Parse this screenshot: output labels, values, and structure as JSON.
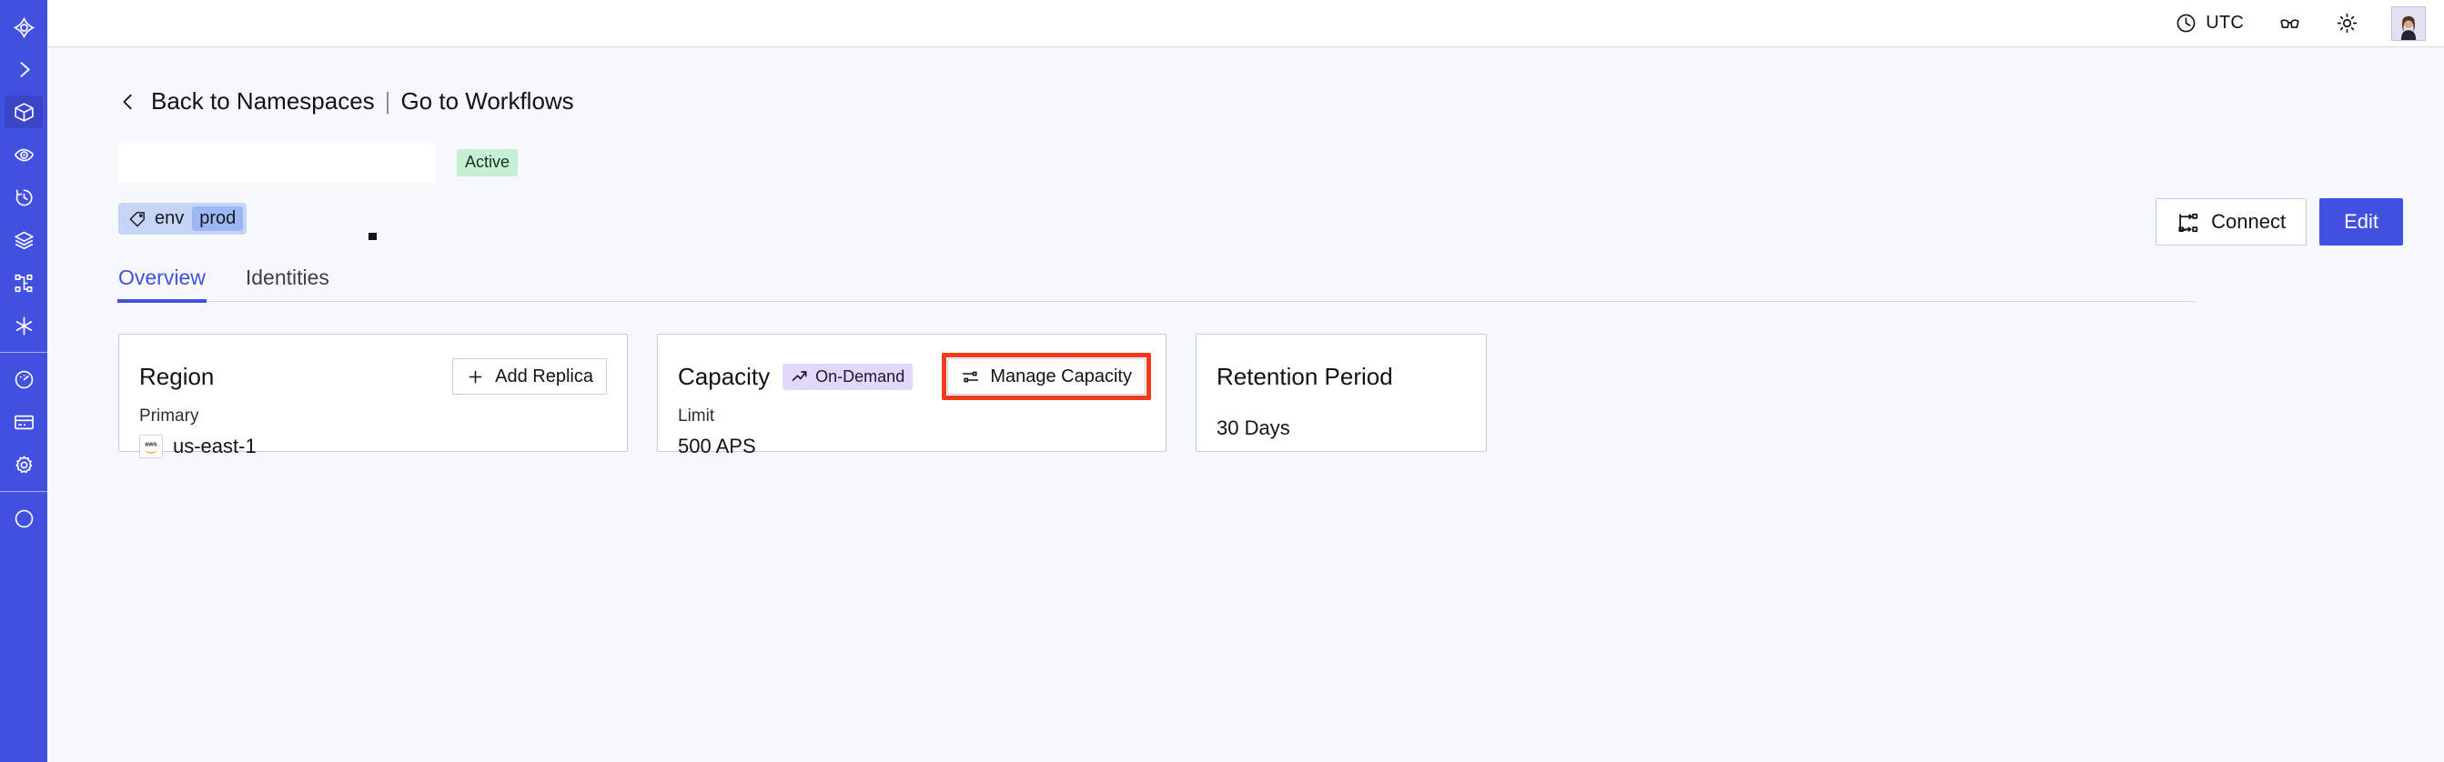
{
  "sidebar": {
    "items": [
      {
        "name": "logo",
        "icon": "temporal-logo-icon",
        "active": false
      },
      {
        "name": "expand",
        "icon": "chevron-right-icon",
        "active": false
      },
      {
        "name": "namespaces",
        "icon": "cube-icon",
        "active": true
      },
      {
        "name": "observability",
        "icon": "eye-icon",
        "active": false
      },
      {
        "name": "schedules",
        "icon": "clock-rewind-icon",
        "active": false
      },
      {
        "name": "layers",
        "icon": "layers-icon",
        "active": false
      },
      {
        "name": "workflows",
        "icon": "workflow-graph-icon",
        "active": false
      },
      {
        "name": "nexus",
        "icon": "asterisk-icon",
        "active": false
      },
      {
        "name": "usage",
        "icon": "gauge-icon",
        "active": false
      },
      {
        "name": "billing",
        "icon": "credit-card-icon",
        "active": false
      },
      {
        "name": "settings",
        "icon": "gear-icon",
        "active": false
      }
    ]
  },
  "topbar": {
    "timezone_label": "UTC",
    "timezone_icon": "clock-icon",
    "glasses_icon": "glasses-icon",
    "theme_icon": "sun-icon",
    "avatar_icon": "user-avatar"
  },
  "breadcrumb": {
    "back_icon": "chevron-left-icon",
    "back_label": "Back to Namespaces",
    "divider": "|",
    "forward_label": "Go to Workflows"
  },
  "header": {
    "title": "",
    "status_badge": "Active",
    "tag": {
      "icon": "tag-icon",
      "key": "env",
      "value": "prod"
    },
    "connect_label": "Connect",
    "connect_icon": "connect-flow-icon",
    "edit_label": "Edit"
  },
  "tabs": [
    {
      "label": "Overview",
      "active": true
    },
    {
      "label": "Identities",
      "active": false
    }
  ],
  "cards": {
    "region": {
      "title": "Region",
      "action_label": "Add Replica",
      "action_icon": "plus-icon",
      "label": "Primary",
      "value": "us-east-1",
      "provider_icon": "aws-logo-icon"
    },
    "capacity": {
      "title": "Capacity",
      "badge_label": "On-Demand",
      "badge_icon": "trending-up-icon",
      "action_label": "Manage Capacity",
      "action_icon": "sliders-icon",
      "label": "Limit",
      "value": "500 APS"
    },
    "retention": {
      "title": "Retention Period",
      "value": "30 Days"
    }
  },
  "annotation": {
    "target": "manage-capacity-button",
    "color": "#f03a1c"
  }
}
